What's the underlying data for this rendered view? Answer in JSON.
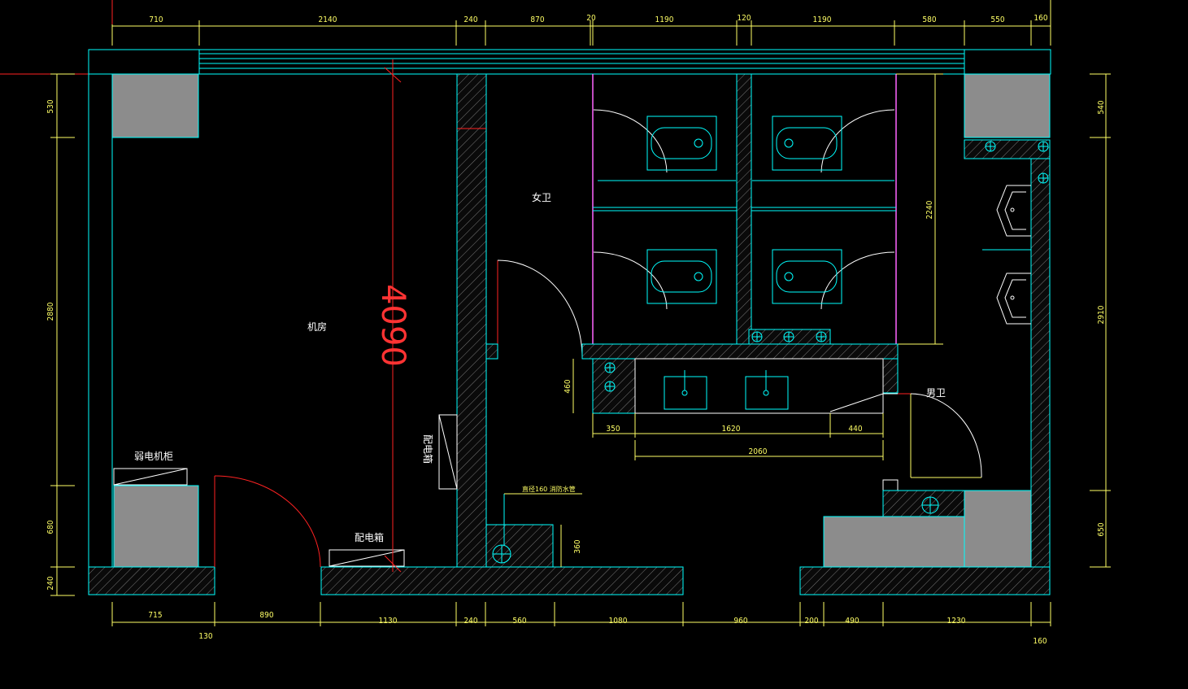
{
  "dimensions": {
    "top": [
      "710",
      "2140",
      "240",
      "870",
      "20",
      "1190",
      "120",
      "1190",
      "580",
      "550",
      "160"
    ],
    "bottom1": [
      "715",
      "890",
      "1130",
      "240",
      "560",
      "1080",
      "960",
      "200",
      "490",
      "1230"
    ],
    "bottom_extra": [
      "130",
      "160"
    ],
    "left": [
      "530",
      "2880",
      "680",
      "240"
    ],
    "right": [
      "540",
      "2910",
      "650"
    ],
    "inner": {
      "d2240": "2240",
      "d460": "460",
      "d350": "350",
      "d1620": "1620",
      "d440": "440",
      "d2060": "2060",
      "d360": "360",
      "big4090": "4090"
    }
  },
  "labels": {
    "machine_room": "机房",
    "women_wc": "女卫",
    "men_wc": "男卫",
    "weak_cabinet": "弱电机柜",
    "dist_box_1": "配电箱",
    "dist_box_2": "配电箱",
    "fire_pipe": "直径160 消防水管"
  },
  "colors": {
    "background": "#000000",
    "wall": "#00ffff",
    "dimension": "#ffff66",
    "door": "#ff2222",
    "partition": "#ff00ff",
    "fill": "#8c8c8c"
  }
}
